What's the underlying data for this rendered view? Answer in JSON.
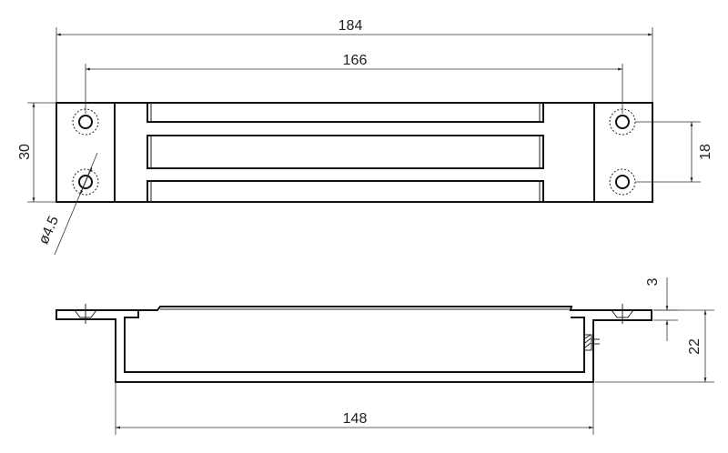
{
  "drawing": {
    "top_view": {
      "overall_length_label": "184",
      "hole_spacing_label": "166",
      "height_label": "30",
      "hole_vertical_spacing_label": "18",
      "hole_diameter_label": "ø4.5"
    },
    "side_view": {
      "body_length_label": "148",
      "flange_thickness_label": "3",
      "overall_depth_label": "22"
    }
  }
}
